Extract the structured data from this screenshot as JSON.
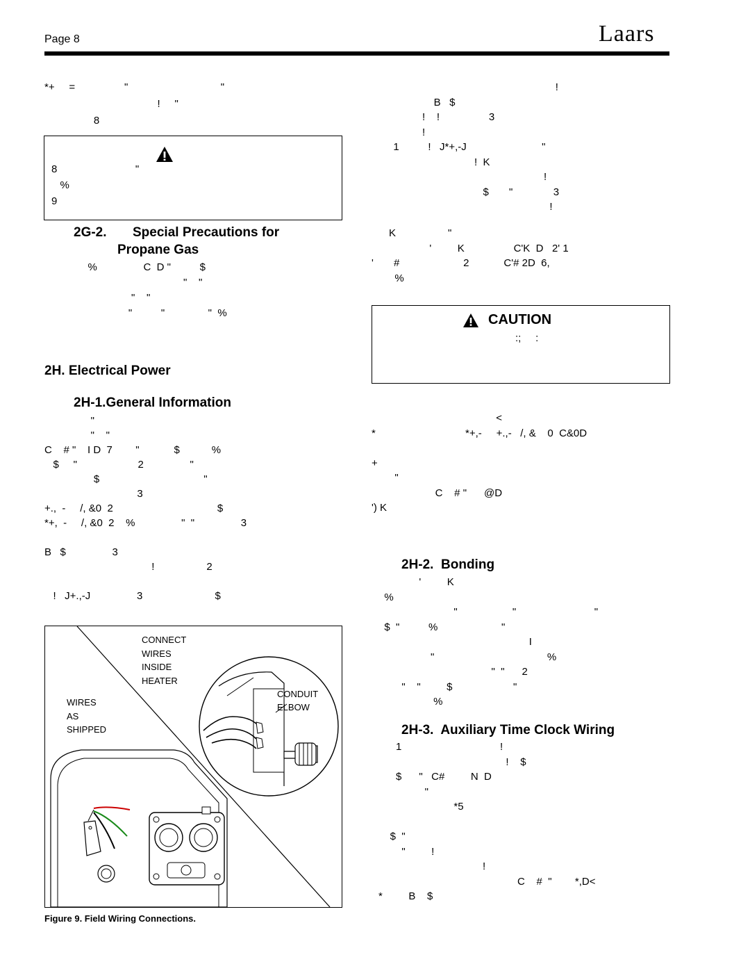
{
  "header": {
    "page": "Page 8",
    "logo": "Laars"
  },
  "left_col": {
    "intro_lines": [
      "*+     =                 \"                                \"",
      "                                       !     \"",
      "                 8"
    ],
    "warn_lines": [
      "8                           \"",
      "   %",
      "9"
    ],
    "sec_2g2_num": "2G-2.",
    "sec_2g2_title1": "Special Precautions for",
    "sec_2g2_title2": "Propane Gas",
    "sec_2g2_lines": [
      "   %                C  D \"          $",
      "                                    \"    \"",
      "                  \"    \"",
      "                 \"          \"               \"  %"
    ],
    "sec_2h": "2H. Electrical Power",
    "sec_2h1": "2H-1.General Information",
    "sec_2h1_lines": [
      "                \"",
      "                \"    \"",
      "C    # \"    I D  7        \"            $           %",
      "   $     \"                     2                \"",
      "                 $                                    \"",
      "                                3",
      "+.,  -     /, &0  2                                    $",
      "*+,  -     /, &0  2    %                \"  \"                3",
      "",
      "B   $                3",
      "                                     !                  2",
      "",
      "   !   J+.,-J                3                         $"
    ]
  },
  "right_col": {
    "lines_top": [
      "                                                          !",
      "                B   $",
      "            !    !                 3",
      "            !",
      "  1          !   J*+,-J                          \"",
      "                              !  K",
      "                                                      !",
      "                                 $       \"              3",
      "                                                        !"
    ],
    "lines_mid": [
      "      K                  \"",
      "                    '         K                 C'K  D   2' 1",
      "'       #                      2            C'# 2D  6,",
      "        %"
    ],
    "caution_title": "CAUTION",
    "caution_line": ":;     :",
    "lines_after": [
      "                                           <",
      "*                               *+,-     +.,-   /, &    0  C&0D",
      "",
      "+",
      "        \"",
      "                      C    # \"      @D",
      "') K"
    ],
    "sec_2h2": "2H-2.  Bonding",
    "sec_2h2_lines": [
      "              '         K",
      "  %",
      "                          \"                   \"                           \"",
      "  $  \"          %                      \"",
      "                                                    I",
      "                  \"                                       %",
      "                                       \"  \"      2",
      "        \"    \"         $                     \"",
      "                   %"
    ],
    "sec_2h3": "2H-3.  Auxiliary Time Clock Wiring",
    "sec_2h3_lines": [
      "      1                                  !",
      "                                            !    $",
      "      $      \"   C#         N  D",
      "                \"",
      "                          *5",
      "",
      "    $  \"",
      "        \"         !",
      "                                    !",
      "                                                C    #  \"        *,D<",
      "*         B    $"
    ]
  },
  "figure": {
    "labels": {
      "connect": "CONNECT",
      "wires": "WIRES",
      "inside": "INSIDE",
      "heater": "HEATER",
      "conduit": "CONDUIT",
      "elbow": "ELBOW",
      "wires_l": "WIRES",
      "as": "AS",
      "shipped": "SHIPPED"
    },
    "caption": "Figure 9.  Field Wiring Connections."
  }
}
